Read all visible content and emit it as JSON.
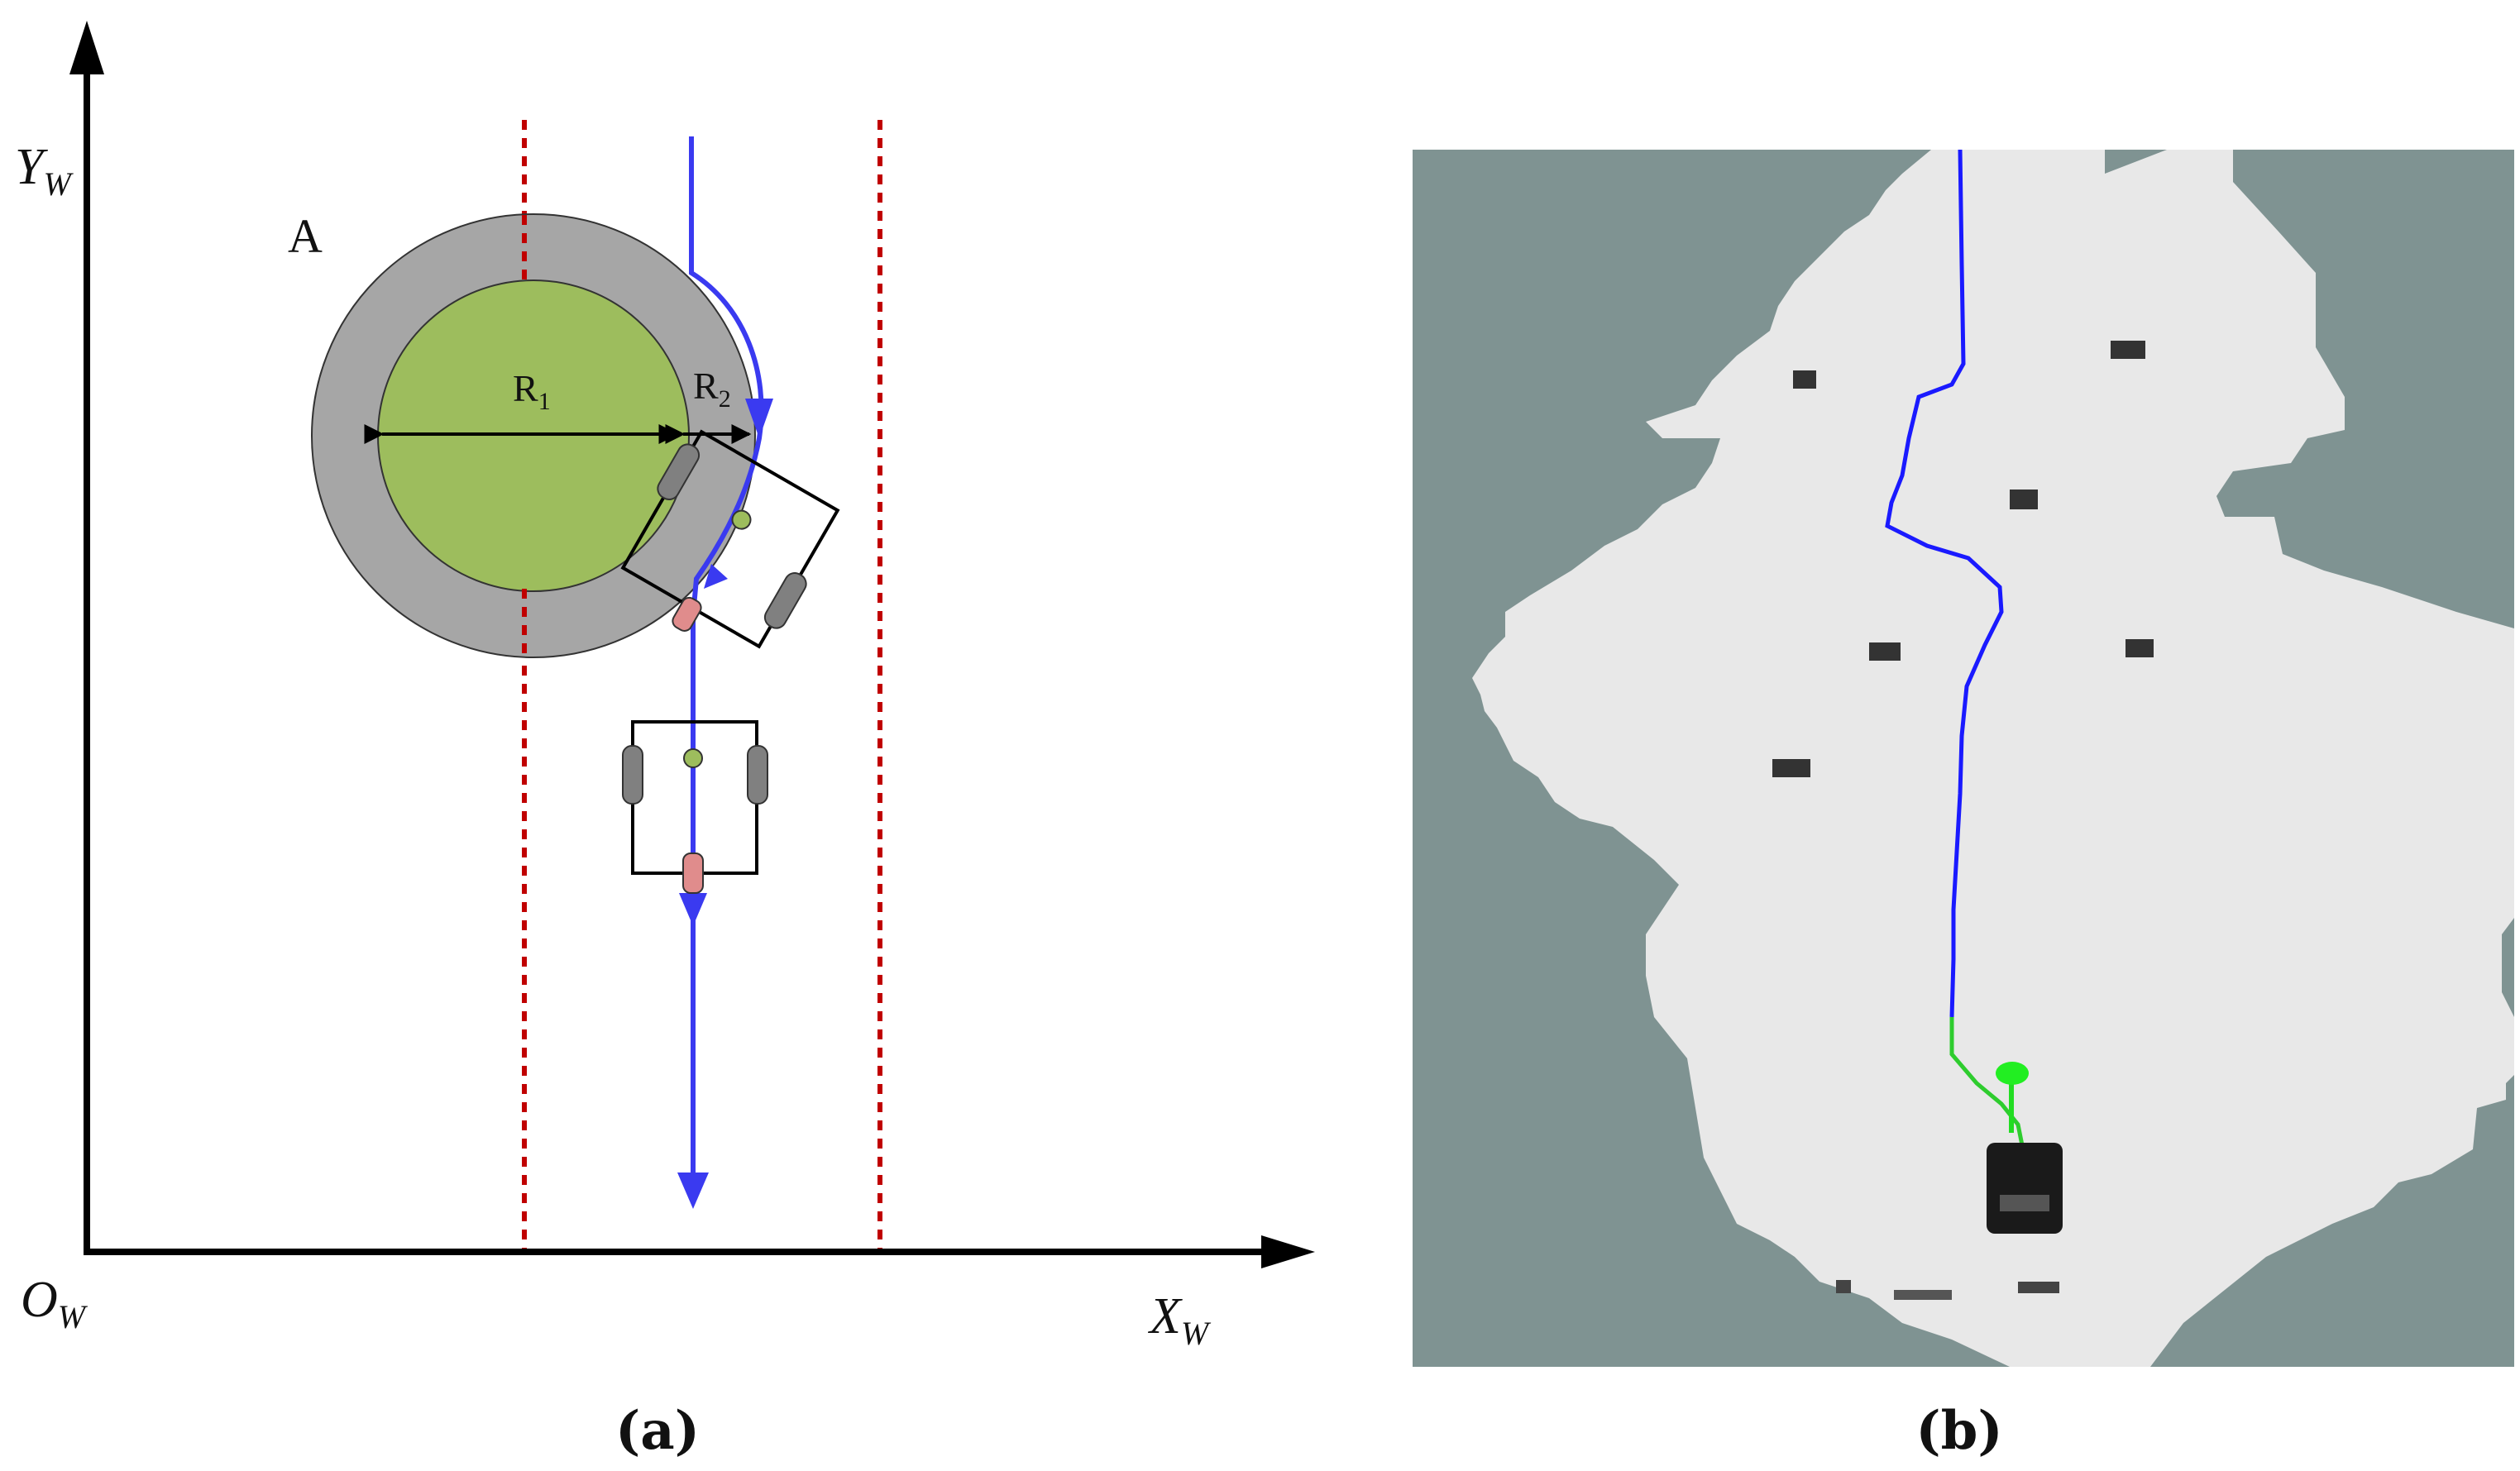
{
  "panel_a": {
    "caption_open": "(",
    "caption_letter": "a",
    "caption_close": ")",
    "axis_y": "Y",
    "axis_y_sub": "W",
    "axis_x": "X",
    "axis_x_sub": "W",
    "origin": "O",
    "origin_sub": "W",
    "obstacle_label": "A",
    "r1_label": "R",
    "r1_sub": "1",
    "r2_label": "R",
    "r2_sub": "2"
  },
  "panel_b": {
    "caption_open": "(",
    "caption_letter": "b",
    "caption_close": ")"
  },
  "colors": {
    "axis": "#000000",
    "boundary": "#c00000",
    "path": "#3a3af0",
    "obstacle_inner": "#9dbd5d",
    "obstacle_ring": "#a6a6a6",
    "wheel": "#808080",
    "caster": "#e08c8c",
    "map_unknown": "#7f9392",
    "map_free": "#e8e8e8",
    "map_obstacle": "#222222",
    "map_path": "#1a1aff",
    "map_local_path": "#2ecc2e"
  }
}
